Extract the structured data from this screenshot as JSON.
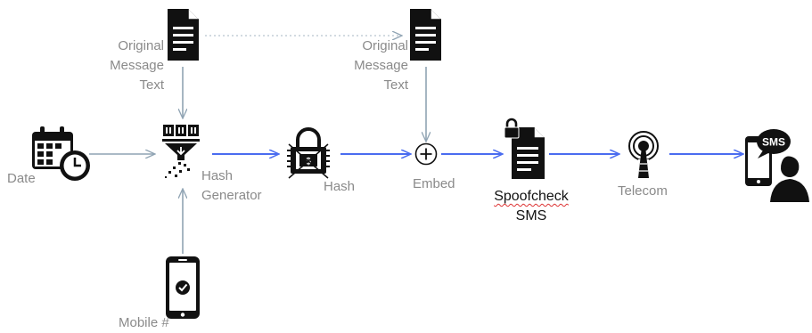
{
  "labels": {
    "original_message_text_1": [
      "Original",
      "Message",
      "Text"
    ],
    "original_message_text_2": [
      "Original",
      "Message",
      "Text"
    ],
    "date": "Date",
    "hash_generator": [
      "Hash",
      "Generator"
    ],
    "hash": "Hash",
    "embed": "Embed",
    "spoofcheck_sms": [
      "Spoofcheck",
      "SMS"
    ],
    "telecom": "Telecom",
    "mobile": "Mobile #",
    "sms_bubble": "SMS"
  },
  "colors": {
    "gray_arrow": "#8fa3b3",
    "blue_arrow": "#4a6cf0",
    "icon": "#111111",
    "label": "#8a8a8a"
  }
}
